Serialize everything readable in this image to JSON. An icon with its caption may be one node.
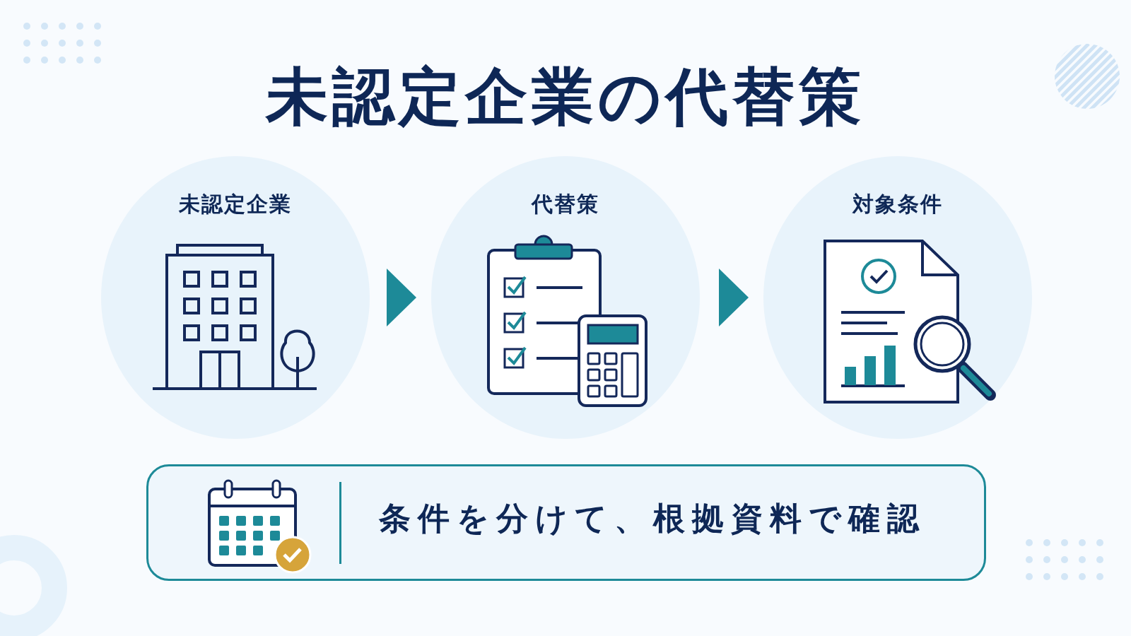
{
  "diagram": {
    "title": "未認定企業の代替策",
    "nodes": [
      {
        "text": [
          "未認定企業"
        ]
      },
      {
        "text": [
          "代替策"
        ]
      },
      {
        "text": [
          "対象条件"
        ]
      },
      {
        "text": [
          "条件を分けて、根拠資料で確認"
        ]
      }
    ],
    "edges": [
      {
        "from": 0,
        "to": 1,
        "arrow": "to"
      },
      {
        "from": 1,
        "to": 2,
        "arrow": "to"
      }
    ]
  }
}
